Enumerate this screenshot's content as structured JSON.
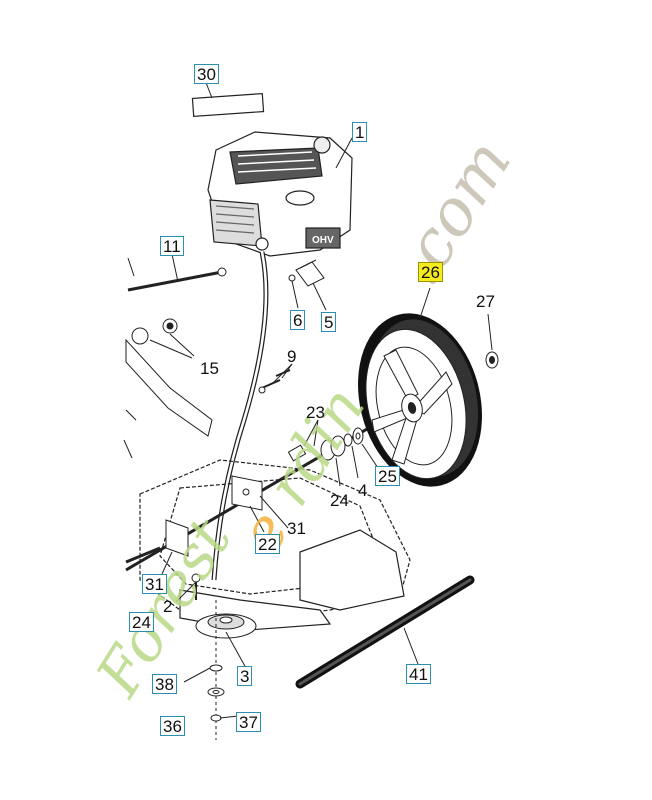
{
  "callouts": {
    "c30": "30",
    "c1": "1",
    "c11": "11",
    "c6": "6",
    "c5": "5",
    "c26": "26",
    "c27": "27",
    "c15": "15",
    "c9": "9",
    "c23": "23",
    "c25": "25",
    "c4": "4",
    "c24a": "24",
    "c31a": "31",
    "c22": "22",
    "c31b": "31",
    "c2": "2",
    "c24b": "24",
    "c3": "3",
    "c38": "38",
    "c41": "41",
    "c36": "36",
    "c37": "37"
  },
  "engine_label": "OHV",
  "watermark": {
    "part1": "Forest",
    "part2": "e",
    "part3": "rdin",
    "part4": ".com",
    "colors": {
      "green": "#b9d987",
      "orange": "#f6b13c",
      "gray": "#c9c3b4"
    }
  },
  "colors": {
    "box_border": "#2a8fb0",
    "highlight": "#f4ec1e",
    "line": "#222222"
  }
}
